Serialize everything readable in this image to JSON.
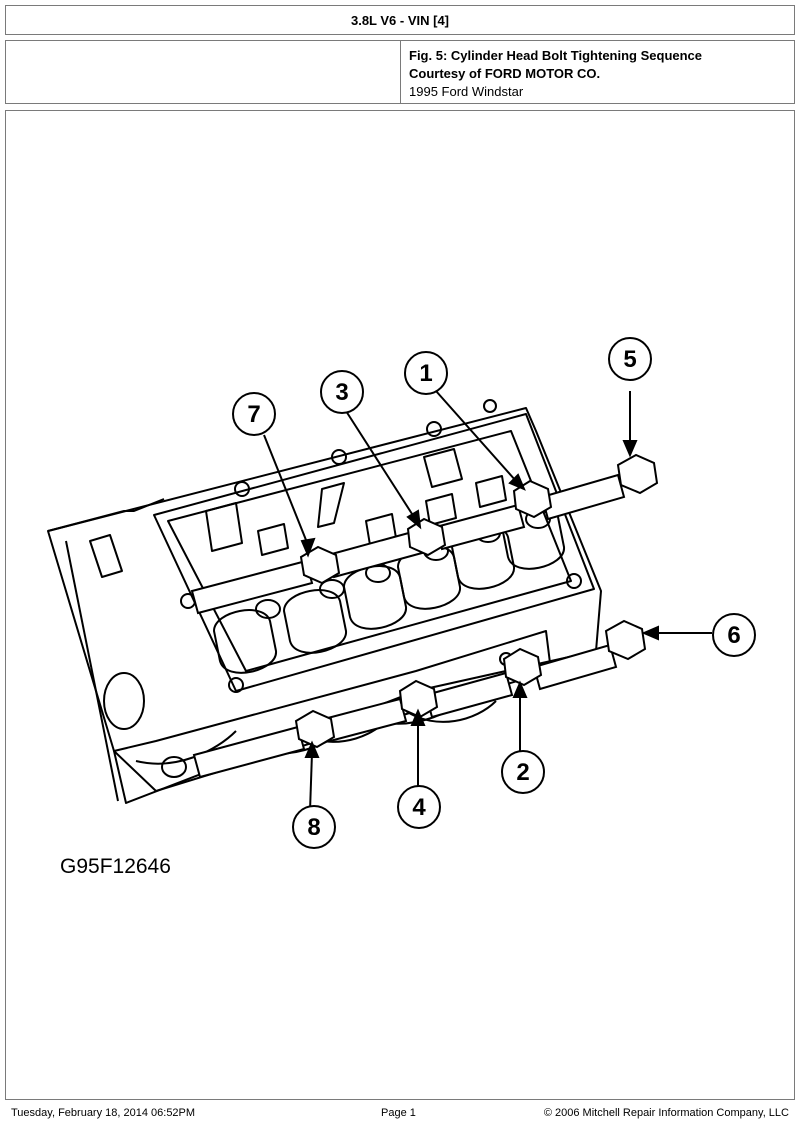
{
  "header": {
    "title": "3.8L V6 - VIN [4]"
  },
  "caption": {
    "figure": "Fig. 5: Cylinder Head Bolt Tightening Sequence",
    "courtesy": "Courtesy of FORD MOTOR CO.",
    "vehicle": "1995 Ford Windstar"
  },
  "figure": {
    "code": "G95F12646",
    "callouts": [
      "1",
      "2",
      "3",
      "4",
      "5",
      "6",
      "7",
      "8"
    ]
  },
  "footer": {
    "date": "Tuesday, February 18, 2014  06:52PM",
    "page": "Page 1",
    "copyright": "© 2006 Mitchell Repair Information Company, LLC"
  }
}
